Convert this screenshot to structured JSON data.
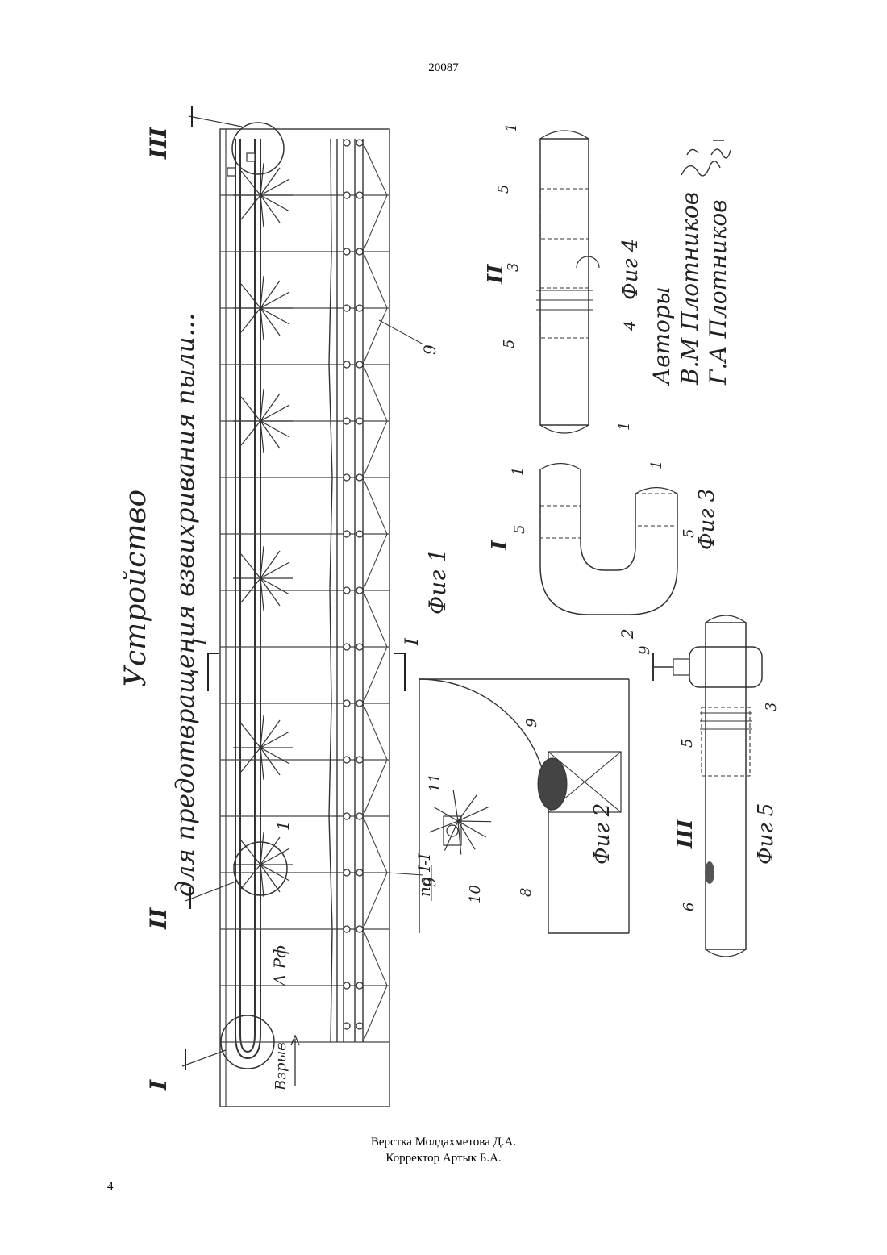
{
  "header": {
    "doc_number": "20087"
  },
  "drawing": {
    "title": "Устройство для предотвращения взвихривания пыли...",
    "title_line1": "Устройство",
    "title_line2": "для предотвращения взвихривания пыли...",
    "fig_labels": {
      "fig1": "Фиг 1",
      "fig2": "Фиг 2",
      "fig3": "Фиг 3",
      "fig4": "Фиг 4",
      "fig5": "Фиг 5"
    },
    "section_marks": {
      "s1": "I",
      "s2": "II",
      "s3": "III",
      "s1_1": "по I-I"
    },
    "annotations": {
      "explosion": "Взрыв",
      "pressure": "Δ Рф"
    },
    "part_numbers": [
      "1",
      "2",
      "3",
      "4",
      "5",
      "6",
      "8",
      "9",
      "10",
      "11"
    ],
    "authors": {
      "heading": "Авторы",
      "author1": "В.М Плотников",
      "author2": "Г.А Плотников"
    }
  },
  "footer": {
    "layout": "Верстка Молдахметова Д.А.",
    "corrector": "Корректор Артык Б.А."
  },
  "page": {
    "number": "4"
  }
}
